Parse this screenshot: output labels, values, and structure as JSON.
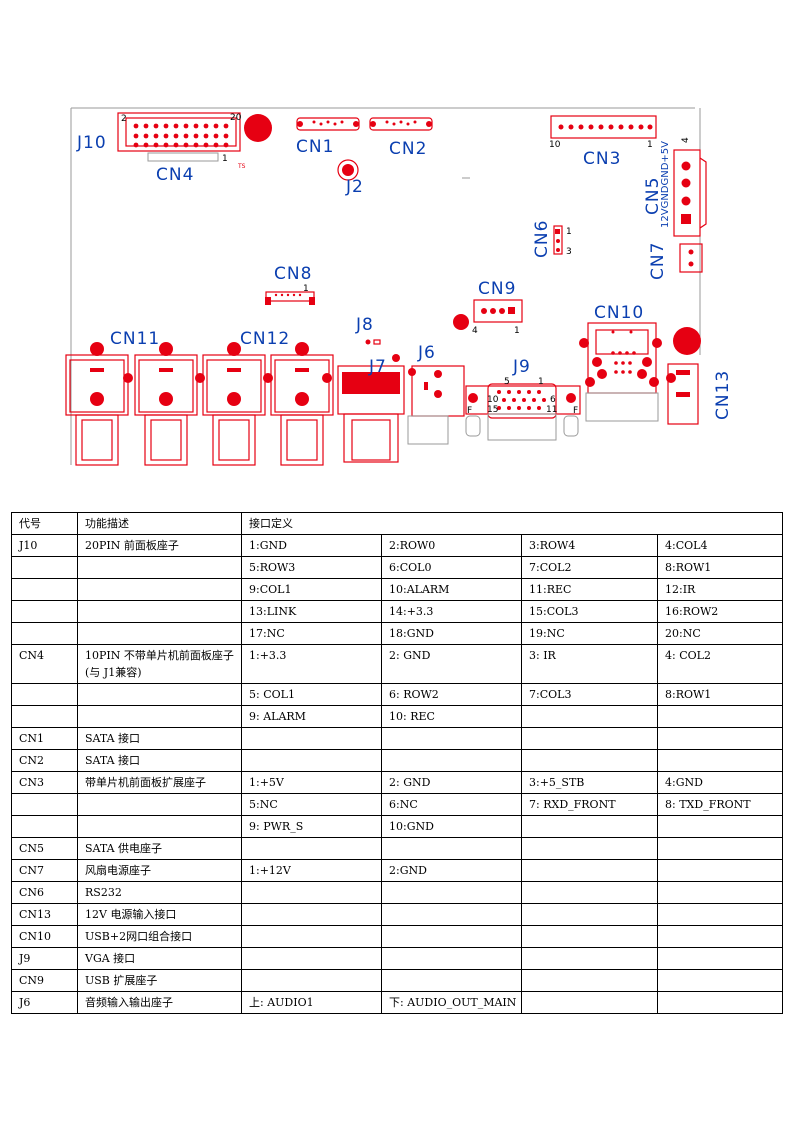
{
  "board": {
    "labels": {
      "j10": "J10",
      "cn4": "CN4",
      "cn1": "CN1",
      "cn2": "CN2",
      "j2": "J2",
      "cn3": "CN3",
      "cn5": "CN5",
      "cn6": "CN6",
      "cn7": "CN7",
      "cn8": "CN8",
      "cn9": "CN9",
      "cn10": "CN10",
      "cn11": "CN11",
      "cn12": "CN12",
      "j8": "J8",
      "j7": "J7",
      "j6": "J6",
      "j9": "J9",
      "cn13": "CN13"
    },
    "pin_marks": {
      "j10_2": "2",
      "j10_20": "20",
      "j10_1": "1",
      "j10_ts": "TS",
      "cn3_10": "10",
      "cn3_1": "1",
      "cn5_4": "4",
      "cn5_rail": "12VGNDGND+5V",
      "cn6_1": "1",
      "cn6_3": "3",
      "cn8_1": "1",
      "cn9_4": "4",
      "cn9_1": "1",
      "j9_5": "5",
      "j9_1": "1",
      "j9_10": "10",
      "j9_6": "6",
      "j9_15": "15",
      "j9_11": "11",
      "j9_f": "F"
    }
  },
  "table": {
    "header": [
      "代号",
      "功能描述",
      "接口定义"
    ],
    "rows": [
      [
        "J10",
        "20PIN 前面板座子",
        "1:GND",
        "2:ROW0",
        "3:ROW4",
        "4:COL4"
      ],
      [
        "",
        "",
        "5:ROW3",
        "6:COL0",
        "7:COL2",
        "8:ROW1"
      ],
      [
        "",
        "",
        "9:COL1",
        "10:ALARM",
        "11:REC",
        "12:IR"
      ],
      [
        "",
        "",
        "13:LINK",
        "14:+3.3",
        "15:COL3",
        "16:ROW2"
      ],
      [
        "",
        "",
        "17:NC",
        "18:GND",
        "19:NC",
        "20:NC"
      ],
      [
        "CN4",
        "10PIN 不带单片机前面板座子(与 J1兼容)",
        "1:+3.3",
        "2: GND",
        "3: IR",
        "4: COL2"
      ],
      [
        "",
        "",
        "5: COL1",
        "6: ROW2",
        "7:COL3",
        "8:ROW1"
      ],
      [
        "",
        "",
        "9: ALARM",
        "10: REC",
        "",
        ""
      ],
      [
        "CN1",
        "SATA 接口",
        "",
        "",
        "",
        ""
      ],
      [
        "CN2",
        "SATA 接口",
        "",
        "",
        "",
        ""
      ],
      [
        "CN3",
        "带单片机前面板扩展座子",
        "1:+5V",
        "2: GND",
        "3:+5_STB",
        "4:GND"
      ],
      [
        "",
        "",
        "5:NC",
        "6:NC",
        "7: RXD_FRONT",
        "8: TXD_FRONT"
      ],
      [
        "",
        "",
        "9: PWR_S",
        "10:GND",
        "",
        ""
      ],
      [
        "CN5",
        "SATA 供电座子",
        "",
        "",
        "",
        ""
      ],
      [
        "CN7",
        "风扇电源座子",
        "1:+12V",
        "2:GND",
        "",
        ""
      ],
      [
        "CN6",
        "RS232",
        "",
        "",
        "",
        ""
      ],
      [
        "CN13",
        "12V 电源输入接口",
        "",
        "",
        "",
        ""
      ],
      [
        "CN10",
        "USB+2网口组合接口",
        "",
        "",
        "",
        ""
      ],
      [
        "J9",
        "VGA 接口",
        "",
        "",
        "",
        ""
      ],
      [
        "CN9",
        "USB 扩展座子",
        "",
        "",
        "",
        ""
      ],
      [
        "J6",
        "音频输入输出座子",
        "上: AUDIO1",
        "下: AUDIO_OUT_MAIN",
        "",
        ""
      ]
    ]
  }
}
